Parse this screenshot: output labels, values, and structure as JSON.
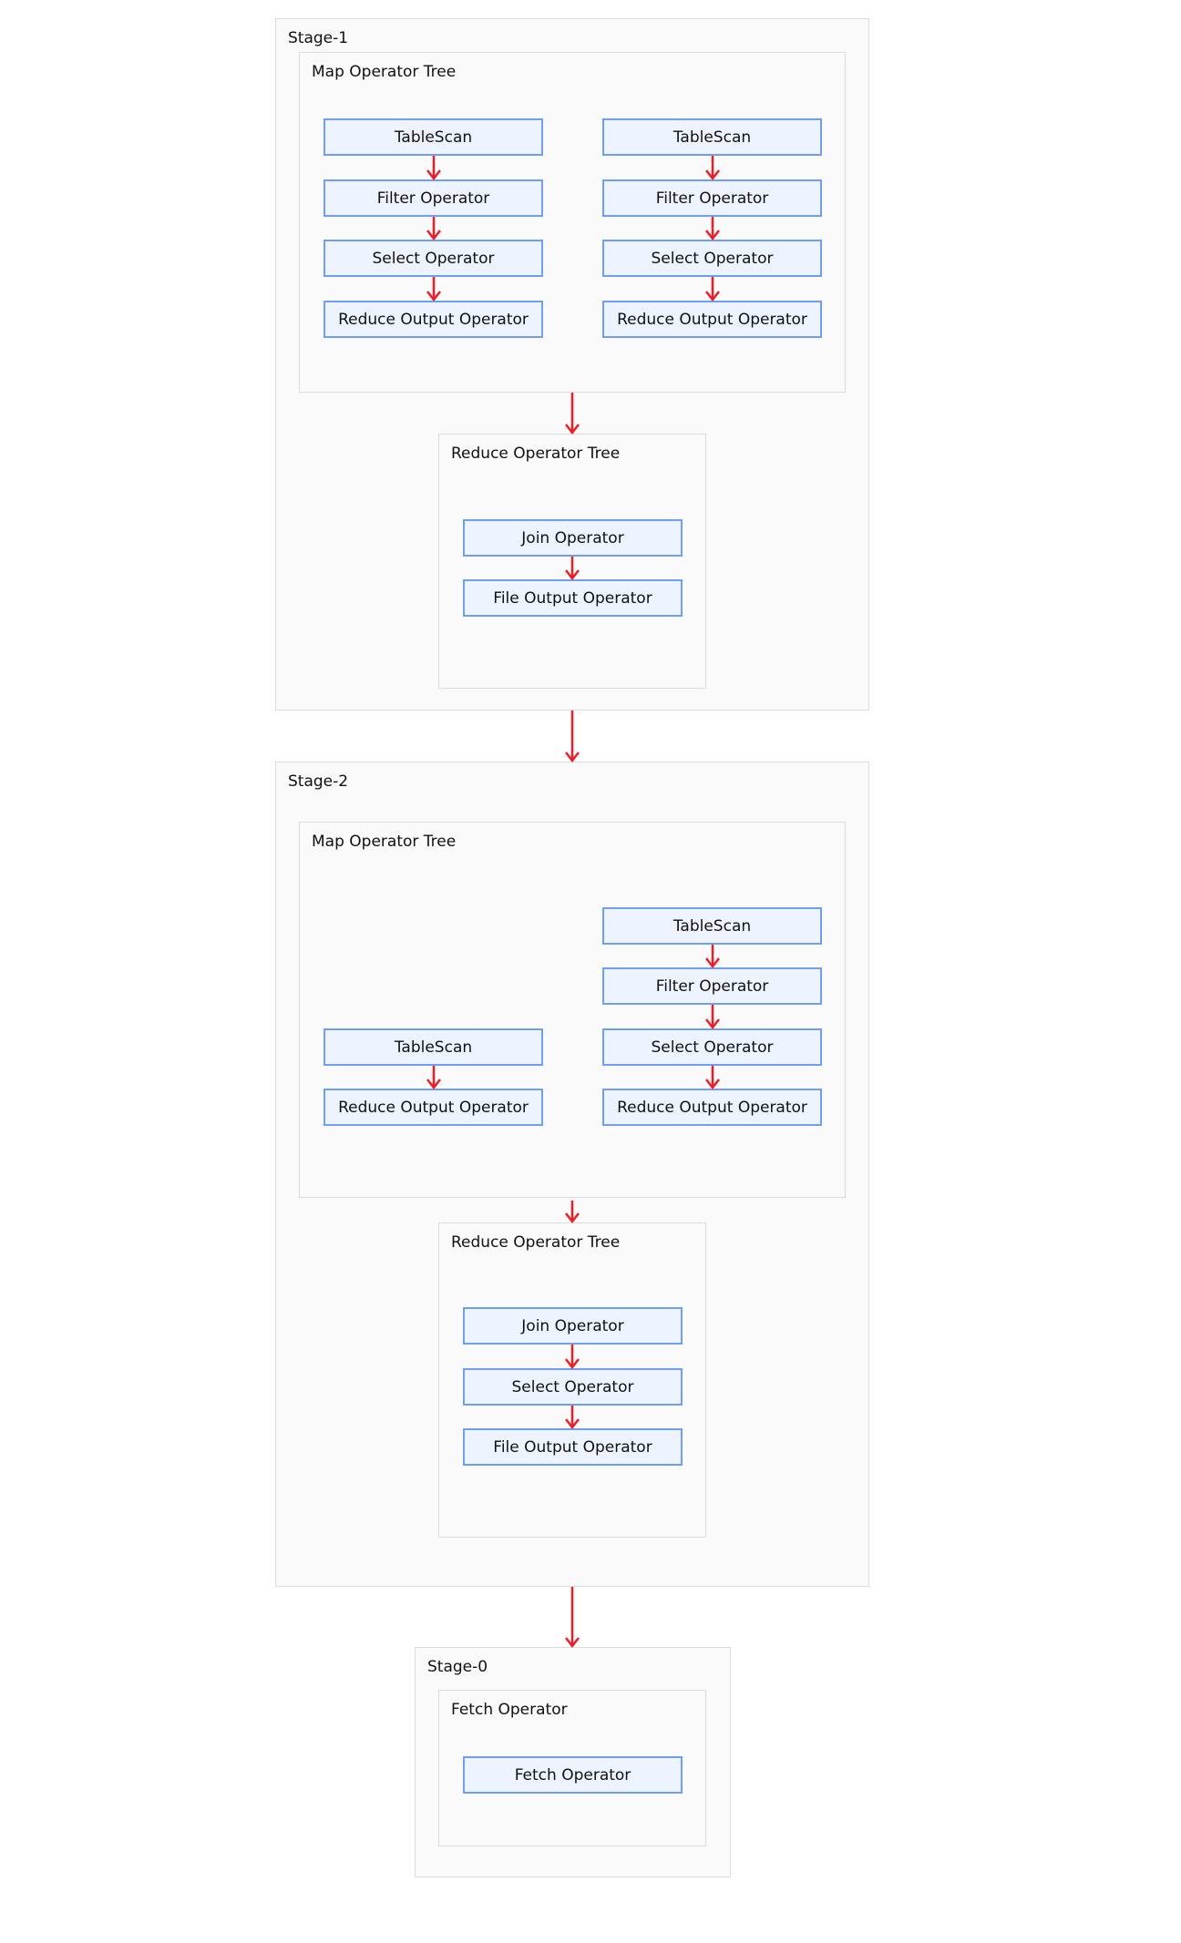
{
  "stage1": {
    "title": "Stage-1",
    "map_tree": {
      "title": "Map Operator Tree",
      "left_chain": [
        "TableScan",
        "Filter Operator",
        "Select Operator",
        "Reduce Output Operator"
      ],
      "right_chain": [
        "TableScan",
        "Filter Operator",
        "Select Operator",
        "Reduce Output Operator"
      ]
    },
    "reduce_tree": {
      "title": "Reduce Operator Tree",
      "chain": [
        "Join Operator",
        "File Output Operator"
      ]
    }
  },
  "stage2": {
    "title": "Stage-2",
    "map_tree": {
      "title": "Map Operator Tree",
      "left_chain": [
        "TableScan",
        "Reduce Output Operator"
      ],
      "right_chain": [
        "TableScan",
        "Filter Operator",
        "Select Operator",
        "Reduce Output Operator"
      ]
    },
    "reduce_tree": {
      "title": "Reduce Operator Tree",
      "chain": [
        "Join Operator",
        "Select Operator",
        "File Output Operator"
      ]
    }
  },
  "stage0": {
    "title": "Stage-0",
    "fetch_tree": {
      "title": "Fetch Operator",
      "chain": [
        "Fetch Operator"
      ]
    }
  },
  "colors": {
    "arrow": "#ee1c25",
    "node_border": "#6f9ef7",
    "node_fill": "#eef4ff",
    "container_fill": "#fafafa",
    "container_border": "#dcdcdc"
  }
}
